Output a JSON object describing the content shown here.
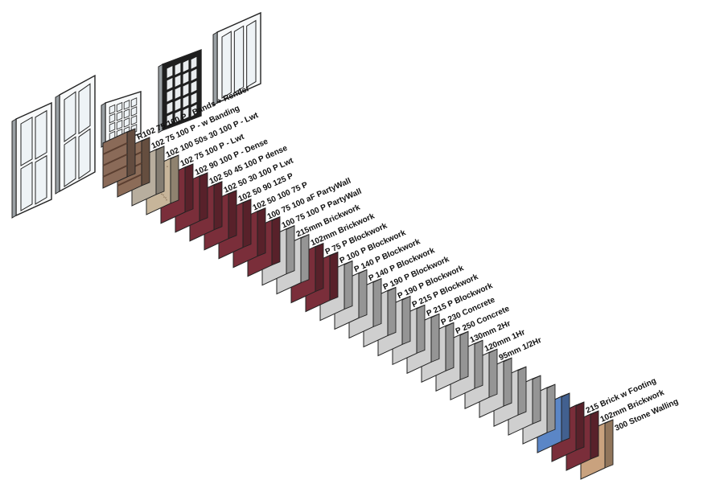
{
  "colors": {
    "background": "#ffffff",
    "outline": "#222222",
    "glass": "#eef3f6",
    "frame_dark": "#1e1e1e"
  },
  "windows": [
    {
      "id": "double-casement-window",
      "kind": "casement"
    },
    {
      "id": "tall-sash-window",
      "kind": "sash"
    },
    {
      "id": "georgian-grid-window",
      "kind": "grid-light"
    },
    {
      "id": "dark-grid-window",
      "kind": "grid-dark"
    },
    {
      "id": "triple-panel-window",
      "kind": "triple"
    }
  ],
  "walls": [
    {
      "label": "R102 75 100 P - Bands + Render",
      "fill": "#8a6a58",
      "pattern": "banded"
    },
    {
      "label": "102 75 100 P - w Banding",
      "fill": "#8c6c58",
      "pattern": "banded"
    },
    {
      "label": "102 100 50s 30 100 P - Lwt",
      "fill": "#b8ae9e",
      "pattern": "plain"
    },
    {
      "label": "102 75 100 P - Lwt",
      "fill": "#c7b59a",
      "pattern": "speckle"
    },
    {
      "label": "102 90 100 P - Dense",
      "fill": "#7a2e3a",
      "pattern": "plain"
    },
    {
      "label": "102 50 45 100 P dense",
      "fill": "#7a2e3a",
      "pattern": "plain"
    },
    {
      "label": "102 50 30 100 P Lwt",
      "fill": "#7a2e3a",
      "pattern": "plain"
    },
    {
      "label": "102 50 90 125 P",
      "fill": "#7a2e3a",
      "pattern": "plain"
    },
    {
      "label": "102 50 100 75 P",
      "fill": "#7a2e3a",
      "pattern": "plain"
    },
    {
      "label": "100 75 100 aF PartyWall",
      "fill": "#7a2e3a",
      "pattern": "plain"
    },
    {
      "label": "100 75 100 P PartyWall",
      "fill": "#7a2e3a",
      "pattern": "plain"
    },
    {
      "label": "215mm Brickwork",
      "fill": "#cfcfcf",
      "pattern": "plain"
    },
    {
      "label": "102mm Brickwork",
      "fill": "#cfcfcf",
      "pattern": "plain"
    },
    {
      "label": "P 75 P Blockwork",
      "fill": "#7a2e3a",
      "pattern": "plain"
    },
    {
      "label": "P 100 P Blockwork",
      "fill": "#7a2e3a",
      "pattern": "plain"
    },
    {
      "label": "P 140 P Blockwork",
      "fill": "#cfcfcf",
      "pattern": "plain"
    },
    {
      "label": "P 140 P Blockwork",
      "fill": "#cfcfcf",
      "pattern": "plain"
    },
    {
      "label": "P 190 P Blockwork",
      "fill": "#cfcfcf",
      "pattern": "plain"
    },
    {
      "label": "P 190 P Blockwork",
      "fill": "#cfcfcf",
      "pattern": "plain"
    },
    {
      "label": "P 215 P Blockwork",
      "fill": "#cfcfcf",
      "pattern": "plain"
    },
    {
      "label": "P 215 P Blockwork",
      "fill": "#cfcfcf",
      "pattern": "plain"
    },
    {
      "label": "P 230 Concrete",
      "fill": "#cfcfcf",
      "pattern": "plain"
    },
    {
      "label": "P 250 Concrete",
      "fill": "#cfcfcf",
      "pattern": "plain"
    },
    {
      "label": "130mm 2Hr",
      "fill": "#cfcfcf",
      "pattern": "plain"
    },
    {
      "label": "120mm 1Hr",
      "fill": "#cfcfcf",
      "pattern": "plain"
    },
    {
      "label": "95mm 1/2Hr",
      "fill": "#cfcfcf",
      "pattern": "plain"
    },
    {
      "label": "",
      "fill": "#cfcfcf",
      "pattern": "plain"
    },
    {
      "label": "",
      "fill": "#cfcfcf",
      "pattern": "plain"
    },
    {
      "label": "",
      "fill": "#cfcfcf",
      "pattern": "plain"
    },
    {
      "label": "",
      "fill": "#cfcfcf",
      "pattern": "plain"
    },
    {
      "label": "",
      "fill": "#5b86c6",
      "pattern": "plain"
    },
    {
      "label": "215 Brick w Footing",
      "fill": "#7a2e3a",
      "pattern": "plain"
    },
    {
      "label": "102mm Brickwork",
      "fill": "#7a2e3a",
      "pattern": "plain"
    },
    {
      "label": "300 Stone Walling",
      "fill": "#c9a27e",
      "pattern": "plain"
    }
  ]
}
